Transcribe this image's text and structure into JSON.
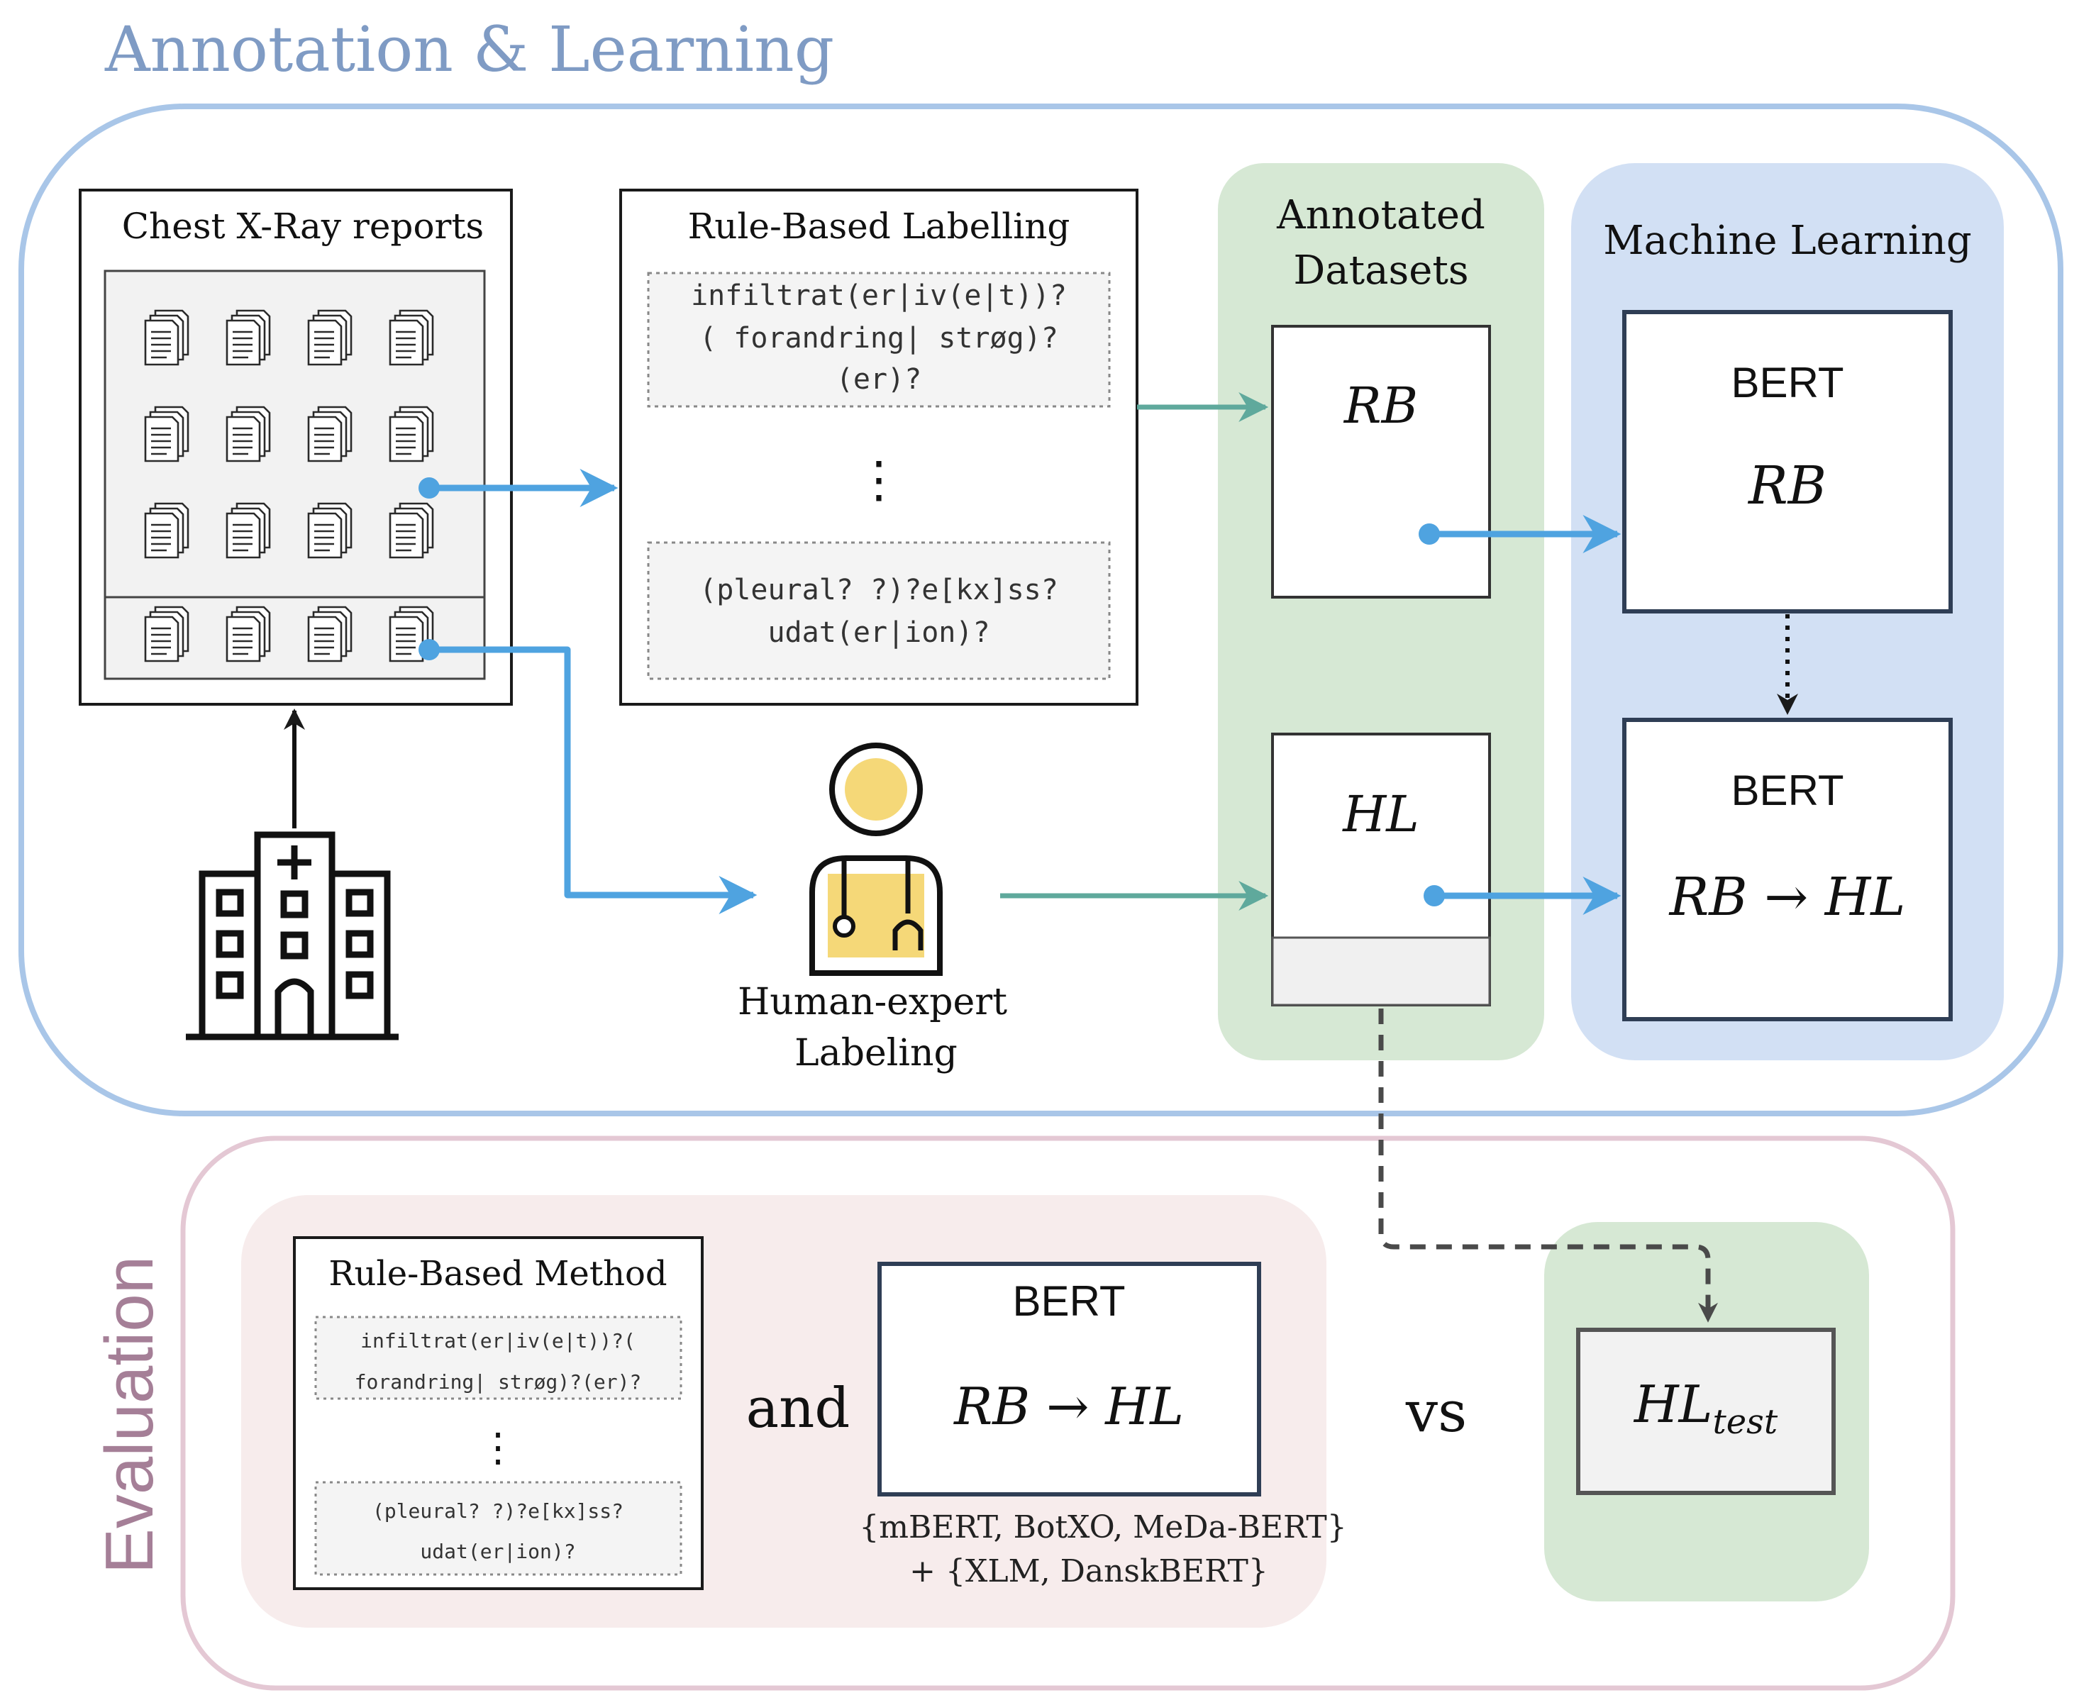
{
  "annotation_section": {
    "title": "Annotation & Learning",
    "reports_box": {
      "title": "Chest X-Ray reports"
    },
    "rule_box": {
      "title": "Rule-Based Labelling",
      "pattern1_line1": "infiltrat(er|iv(e|t))?",
      "pattern1_line2": "( forandring| strøg)?",
      "pattern1_line3": "(er)?",
      "ellipsis": "⋮",
      "pattern2_line1": "(pleural? ?)?e[kx]ss?",
      "pattern2_line2": "udat(er|ion)?"
    },
    "human_label_line1": "Human-expert",
    "human_label_line2": "Labeling",
    "datasets": {
      "title_line1": "Annotated",
      "title_line2": "Datasets",
      "rb": "RB",
      "hl": "HL"
    },
    "ml": {
      "title": "Machine Learning",
      "bert1_title": "BERT",
      "bert1_sub": "RB",
      "bert2_title": "BERT",
      "bert2_sub": "RB → HL"
    }
  },
  "evaluation_section": {
    "title": "Evaluation",
    "method_box": {
      "title": "Rule-Based Method",
      "pattern1_line1": "infiltrat(er|iv(e|t))?(",
      "pattern1_line2": "forandring| strøg)?(er)?",
      "ellipsis": "⋮",
      "pattern2_line1": "(pleural? ?)?e[kx]ss?",
      "pattern2_line2": "udat(er|ion)?"
    },
    "and_label": "and",
    "bert_box": {
      "title": "BERT",
      "sub": "RB → HL"
    },
    "models_line1": "{mBERT, BotXO, MeDa-BERT}",
    "models_line2": "+ {XLM, DanskBERT}",
    "vs_label": "vs",
    "test_box": {
      "main": "HL",
      "subscript": "test"
    }
  },
  "colors": {
    "title_blue": "#7f9bc4",
    "outer_blue": "#a9c6e8",
    "arrow_blue": "#4fa3e0",
    "arrow_teal": "#5fa99c",
    "green_panel": "#d6e8d4",
    "blue_panel": "#d2e0f4",
    "eval_border": "#e4c8d4",
    "eval_title": "#a57f97",
    "pink_panel": "#f7ecec",
    "bert_border": "#2f3e55",
    "person_yellow": "#f5d878"
  }
}
